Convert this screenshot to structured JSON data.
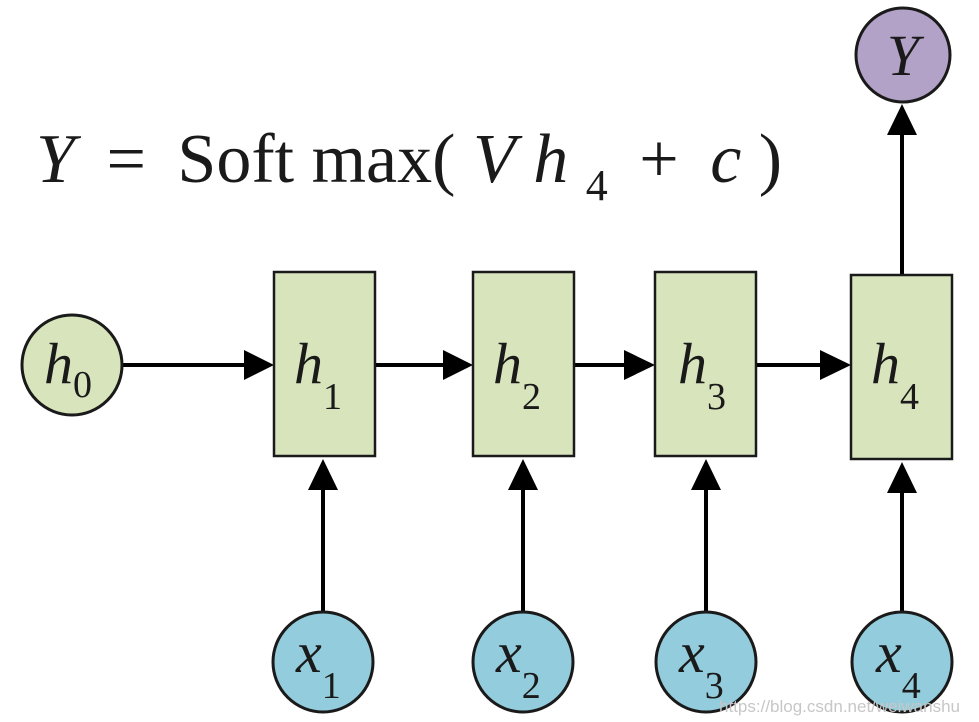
{
  "formula": {
    "lhs": "Y",
    "eq": "=",
    "fn": "Soft max(",
    "V": "V",
    "h": "h",
    "sub": "4",
    "plus": "+",
    "c": "c",
    "close": ")"
  },
  "colors": {
    "hidden_fill": "#d8e4bc",
    "input_fill": "#93cddd",
    "output_fill": "#b3a2c7",
    "edge": "#000000"
  },
  "nodes": {
    "h0": {
      "base": "h",
      "sub": "0"
    },
    "h1": {
      "base": "h",
      "sub": "1"
    },
    "h2": {
      "base": "h",
      "sub": "2"
    },
    "h3": {
      "base": "h",
      "sub": "3"
    },
    "h4": {
      "base": "h",
      "sub": "4"
    },
    "x1": {
      "base": "x",
      "sub": "1"
    },
    "x2": {
      "base": "x",
      "sub": "2"
    },
    "x3": {
      "base": "x",
      "sub": "3"
    },
    "x4": {
      "base": "x",
      "sub": "4"
    },
    "y": {
      "base": "Y"
    }
  },
  "watermark": "https://blog.csdn.net/weiwanshu"
}
